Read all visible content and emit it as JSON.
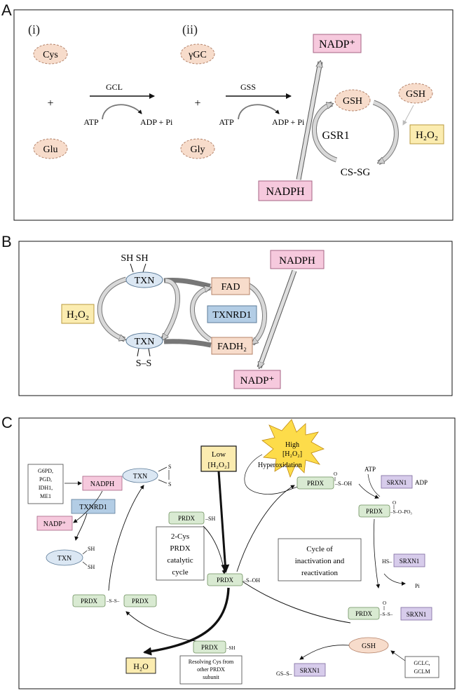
{
  "panels": {
    "a": {
      "letter": "A",
      "step1": "(i)",
      "step2": "(ii)",
      "cys": "Cys",
      "glu": "Glu",
      "plus1": "+",
      "gcl": "GCL",
      "atp1": "ATP",
      "adp1": "ADP + Pi",
      "ggc": "γGC",
      "gly": "Gly",
      "plus2": "+",
      "gss": "GSS",
      "atp2": "ATP",
      "adp2": "ADP + Pi",
      "nadp": "NADP⁺",
      "nadph": "NADPH",
      "gsh_cycle": "GSH",
      "gsr1": "GSR1",
      "cssg": "CS-SG",
      "gsh_side": "GSH",
      "h2o2": "H₂O₂"
    },
    "b": {
      "letter": "B",
      "shsh": "SH SH",
      "txn_top": "TXN",
      "txn_bottom": "TXN",
      "ss": "S–S",
      "h2o2": "H₂O₂",
      "fad": "FAD",
      "txnrd1": "TXNRD1",
      "fadh2": "FADH₂",
      "nadph": "NADPH",
      "nadp": "NADP⁺"
    },
    "c": {
      "letter": "C",
      "enzymes": [
        "G6PD,",
        "PGD,",
        "IDH1,",
        "ME1"
      ],
      "nadph": "NADPH",
      "txn_ox": "TXN",
      "s_top": "S",
      "s_bottom": "S",
      "txnrd1": "TXNRD1",
      "nadp": "NADP⁺",
      "txn_red": "TXN",
      "sh_top": "SH",
      "sh_bottom": "SH",
      "prdx_sh": "PRDX",
      "prdx_sh_suffix": "–SH",
      "low_line1": "Low",
      "low_line2": "[H₂O₂]",
      "high_line1": "High",
      "high_line2": "[H₂O₂]",
      "hyperoxidation": "Hyperoxidation",
      "prdx_soh": "PRDX",
      "soh_suffix": "–S–OH",
      "prdx_so2h": "PRDX",
      "so2h_suffix": "–S–OH",
      "so2h_o": "O",
      "atp": "ATP",
      "srxn1_a": "SRXN1",
      "adp": "ADP",
      "prdx_po3": "PRDX",
      "po3_suffix": "–S–O–PO₃",
      "po3_o": "O",
      "hs": "HS–",
      "srxn1_b": "SRXN1",
      "pi": "Pi",
      "prdx_s_srxn1": "PRDX",
      "s_srxn1_link": "–S–S–",
      "s_srxn1_o": "O",
      "srxn1_c": "SRXN1",
      "gsh": "GSH",
      "gs_s": "GS–S–",
      "srxn1_d": "SRXN1",
      "gclc": [
        "GCLC,",
        "GCLM"
      ],
      "cycle_2cys": [
        "2-Cys",
        "PRDX",
        "catalytic",
        "cycle"
      ],
      "cycle_inact": [
        "Cycle of",
        "inactivation and",
        "reactivation"
      ],
      "prdx_ss_left": "PRDX",
      "ss_link": "–S–S–",
      "prdx_ss_right": "PRDX",
      "h2o": "H₂O",
      "prdx_res": "PRDX",
      "res_suffix": "–SH",
      "resolving": [
        "Resolving Cys from",
        "other PRDX",
        "subunit"
      ]
    }
  },
  "colors": {
    "pink": "#f6c9dd",
    "pink_border": "#a66484",
    "peach": "#f7dccb",
    "peach_border": "#b5836a",
    "yellow": "#fbecb0",
    "yellow_border": "#b89a3d",
    "blue": "#b3cde5",
    "blue_border": "#5d7c99",
    "lightblue": "#dbe7f3",
    "green": "#d9ead2",
    "green_border": "#6e8f5e",
    "purple": "#d7cceb",
    "purple_border": "#7d6a9f",
    "burst": "#fddc4a",
    "arrow_grey": "#bdbdbd",
    "arrow_dark": "#5a5a5a"
  }
}
